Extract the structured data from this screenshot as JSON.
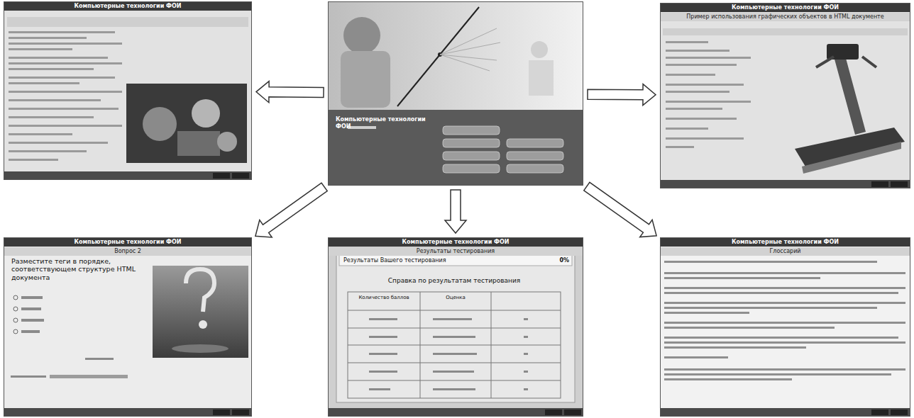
{
  "diagram": {
    "nodes": [
      {
        "text": [
          "Компьютерные технологии ФОИ"
        ]
      },
      {
        "text": [
          "Компьютерные технологии ФОИ"
        ]
      },
      {
        "text": [
          "Компьютерные технологии ФОИ",
          "Пример использования графических объектов в HTML документе"
        ]
      },
      {
        "text": [
          "Компьютерные технологии ФОИ",
          "Вопрос 2"
        ]
      },
      {
        "text": [
          "Компьютерные технологии ФОИ",
          "Результаты тестирования"
        ]
      },
      {
        "text": [
          "Компьютерные технологии ФОИ",
          "Глоссарий"
        ]
      }
    ],
    "edges": [
      {
        "from": 1,
        "to": 0,
        "arrow": "to"
      },
      {
        "from": 1,
        "to": 2,
        "arrow": "to"
      },
      {
        "from": 1,
        "to": 3,
        "arrow": "to"
      },
      {
        "from": 1,
        "to": 4,
        "arrow": "to"
      },
      {
        "from": 1,
        "to": 5,
        "arrow": "to"
      }
    ],
    "labels": [
      "Разместите теги в порядке, соответствующем структуре HTML документа",
      "Результаты Вашего тестирования",
      "0%",
      "Справка по результатам тестирования",
      "Количество баллов",
      "Оценка"
    ]
  }
}
